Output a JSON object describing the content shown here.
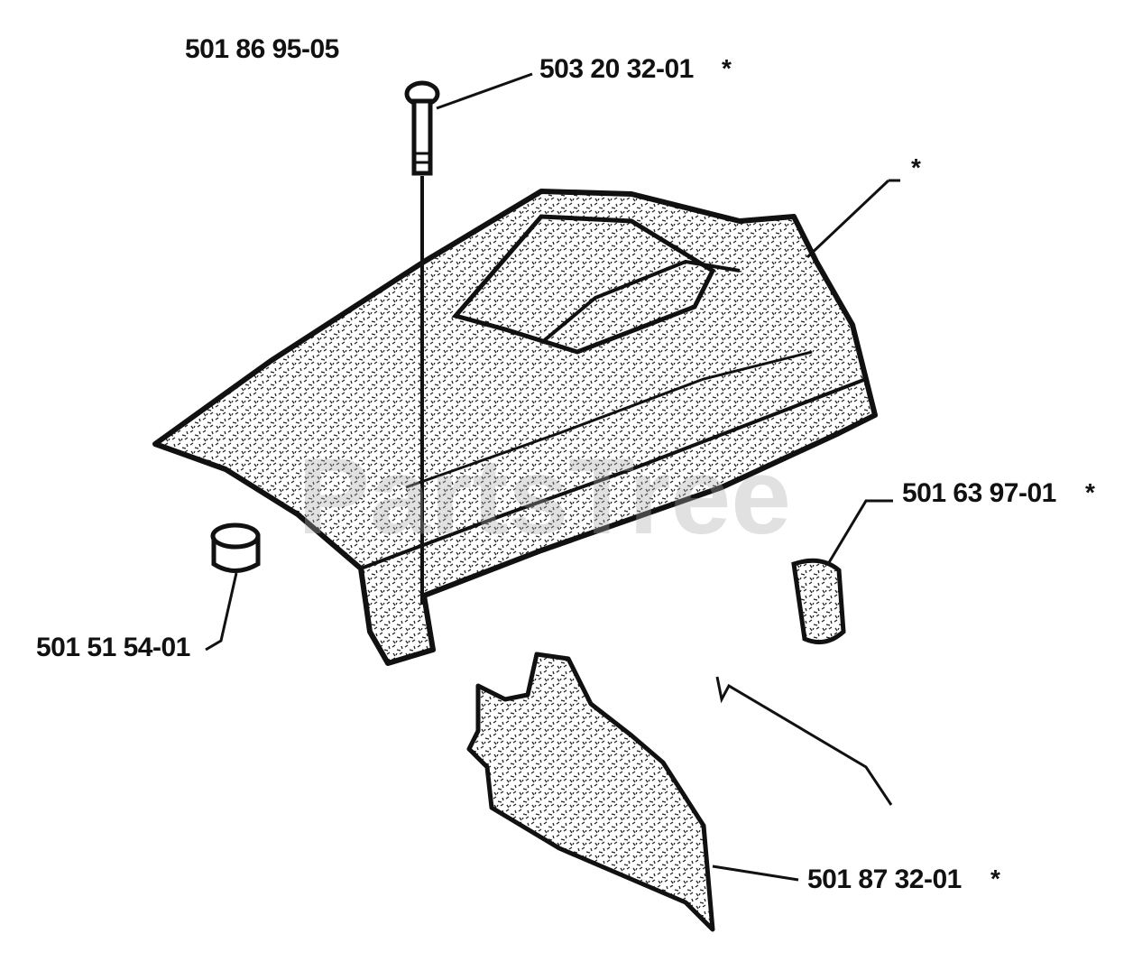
{
  "diagram": {
    "colors": {
      "ink": "#111111",
      "fill": "#c8c8c8",
      "watermark": "#aaaaaa"
    },
    "parts": [
      {
        "id": "assembly",
        "number": "501 86 95-05",
        "star": ""
      },
      {
        "id": "screw",
        "number": "503 20 32-01",
        "star": "*"
      },
      {
        "id": "cover-note",
        "number": "",
        "star": "*"
      },
      {
        "id": "knob",
        "number": "501 63 97-01",
        "star": "*"
      },
      {
        "id": "plug",
        "number": "501 51 54-01",
        "star": ""
      },
      {
        "id": "plate",
        "number": "501 87 32-01",
        "star": "*"
      }
    ],
    "watermark_text": "PartsTree"
  }
}
